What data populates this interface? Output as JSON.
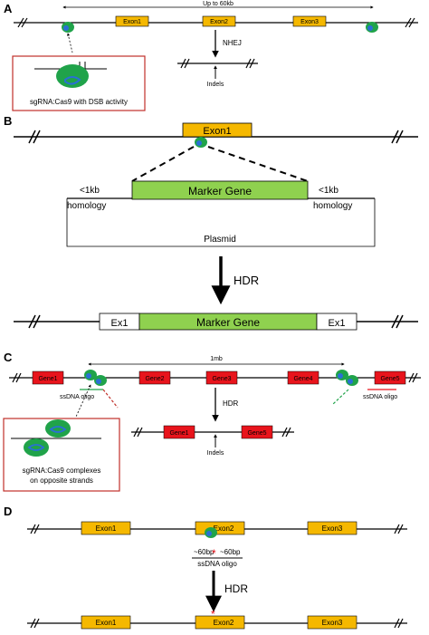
{
  "panel_a": {
    "letter": "A",
    "span_label": "Up to 60kb",
    "exons": [
      "Exon1",
      "Exon2",
      "Exon3"
    ],
    "pathway": "NHEJ",
    "outcome": "Indels",
    "inset_caption": "sgRNA:Cas9 with DSB activity"
  },
  "panel_b": {
    "letter": "B",
    "exon": "Exon1",
    "marker": "Marker Gene",
    "left_arm_size": "<1kb",
    "right_arm_size": "<1kb",
    "arm_label": "homology",
    "vector": "Plasmid",
    "pathway": "HDR",
    "result_exon_left": "Ex1",
    "result_marker": "Marker Gene",
    "result_exon_right": "Ex1"
  },
  "panel_c": {
    "letter": "C",
    "span_label": "1mb",
    "genes": [
      "Gene1",
      "Gene2",
      "Gene3",
      "Gene4",
      "Gene5"
    ],
    "oligo_label": "ssDNA oligo",
    "pathway": "HDR",
    "result_genes": [
      "Gene1",
      "Gene5"
    ],
    "outcome": "Indels",
    "inset_caption_line1": "sgRNA:Cas9 complexes",
    "inset_caption_line2": "on opposite strands"
  },
  "panel_d": {
    "letter": "D",
    "exons": [
      "Exon1",
      "Exon2",
      "Exon3"
    ],
    "oligo_left": "~60bp",
    "oligo_right": "~60bp",
    "oligo_mark": "*",
    "oligo_label": "ssDNA oligo",
    "pathway": "HDR",
    "result_exons": [
      "Exon1",
      "Exon2",
      "Exon3"
    ],
    "result_mark": "*"
  },
  "colors": {
    "exon": "#f5b800",
    "gene": "#e8141c",
    "marker": "#8fd14f",
    "cas9": "#20a34a",
    "guide": "#2a6fd6",
    "inset_border": "#c0302a",
    "mutation": "#e8141c"
  }
}
